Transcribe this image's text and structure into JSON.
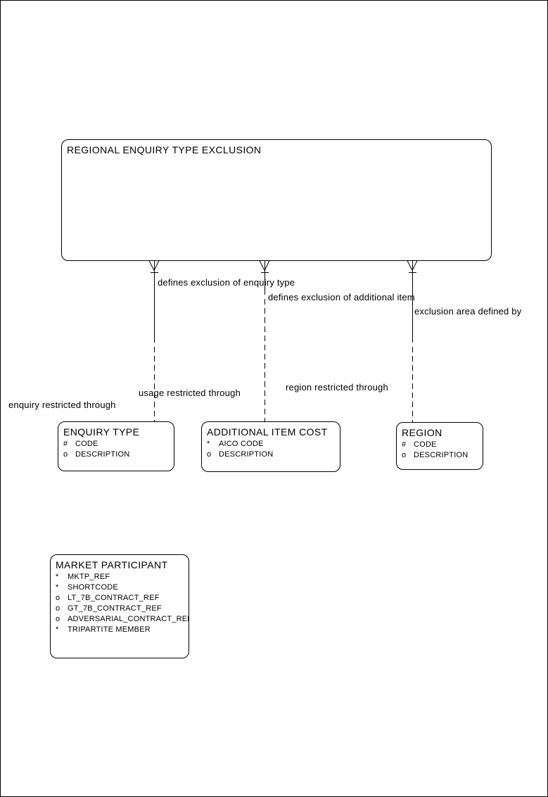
{
  "page": {
    "background_color": "#ffffff",
    "line_color": "#000000"
  },
  "diagram": {
    "root_entity": {
      "name": "REGIONAL ENQUIRY TYPE EXCLUSION"
    },
    "entities": [
      {
        "name": "ENQUIRY TYPE",
        "attributes": [
          {
            "prefix": "#",
            "name": "CODE"
          },
          {
            "prefix": "o",
            "name": "DESCRIPTION"
          }
        ]
      },
      {
        "name": "ADDITIONAL ITEM COST",
        "attributes": [
          {
            "prefix": "*",
            "name": "AICO CODE"
          },
          {
            "prefix": "o",
            "name": "DESCRIPTION"
          }
        ]
      },
      {
        "name": "REGION",
        "attributes": [
          {
            "prefix": "#",
            "name": "CODE"
          },
          {
            "prefix": "o",
            "name": "DESCRIPTION"
          }
        ]
      },
      {
        "name": "MARKET PARTICIPANT",
        "attributes": [
          {
            "prefix": "*",
            "name": "MKTP_REF"
          },
          {
            "prefix": "*",
            "name": "SHORTCODE"
          },
          {
            "prefix": "o",
            "name": "LT_7B_CONTRACT_REF"
          },
          {
            "prefix": "o",
            "name": "GT_7B_CONTRACT_REF"
          },
          {
            "prefix": "o",
            "name": "ADVERSARIAL_CONTRACT_REF"
          },
          {
            "prefix": "*",
            "name": "TRIPARTITE MEMBER"
          }
        ]
      }
    ],
    "relationships": [
      {
        "from": "REGIONAL ENQUIRY TYPE EXCLUSION",
        "to": "ENQUIRY TYPE",
        "label_near": "defines exclusion of enquiry type",
        "label_far": "enquiry restricted through"
      },
      {
        "from": "REGIONAL ENQUIRY TYPE EXCLUSION",
        "to": "ADDITIONAL ITEM COST",
        "label_near": "defines exclusion of additional item",
        "label_far": "usage restricted through"
      },
      {
        "from": "REGIONAL ENQUIRY TYPE EXCLUSION",
        "to": "REGION",
        "label_near": "exclusion area defined by",
        "label_far": "region restricted through"
      }
    ]
  }
}
